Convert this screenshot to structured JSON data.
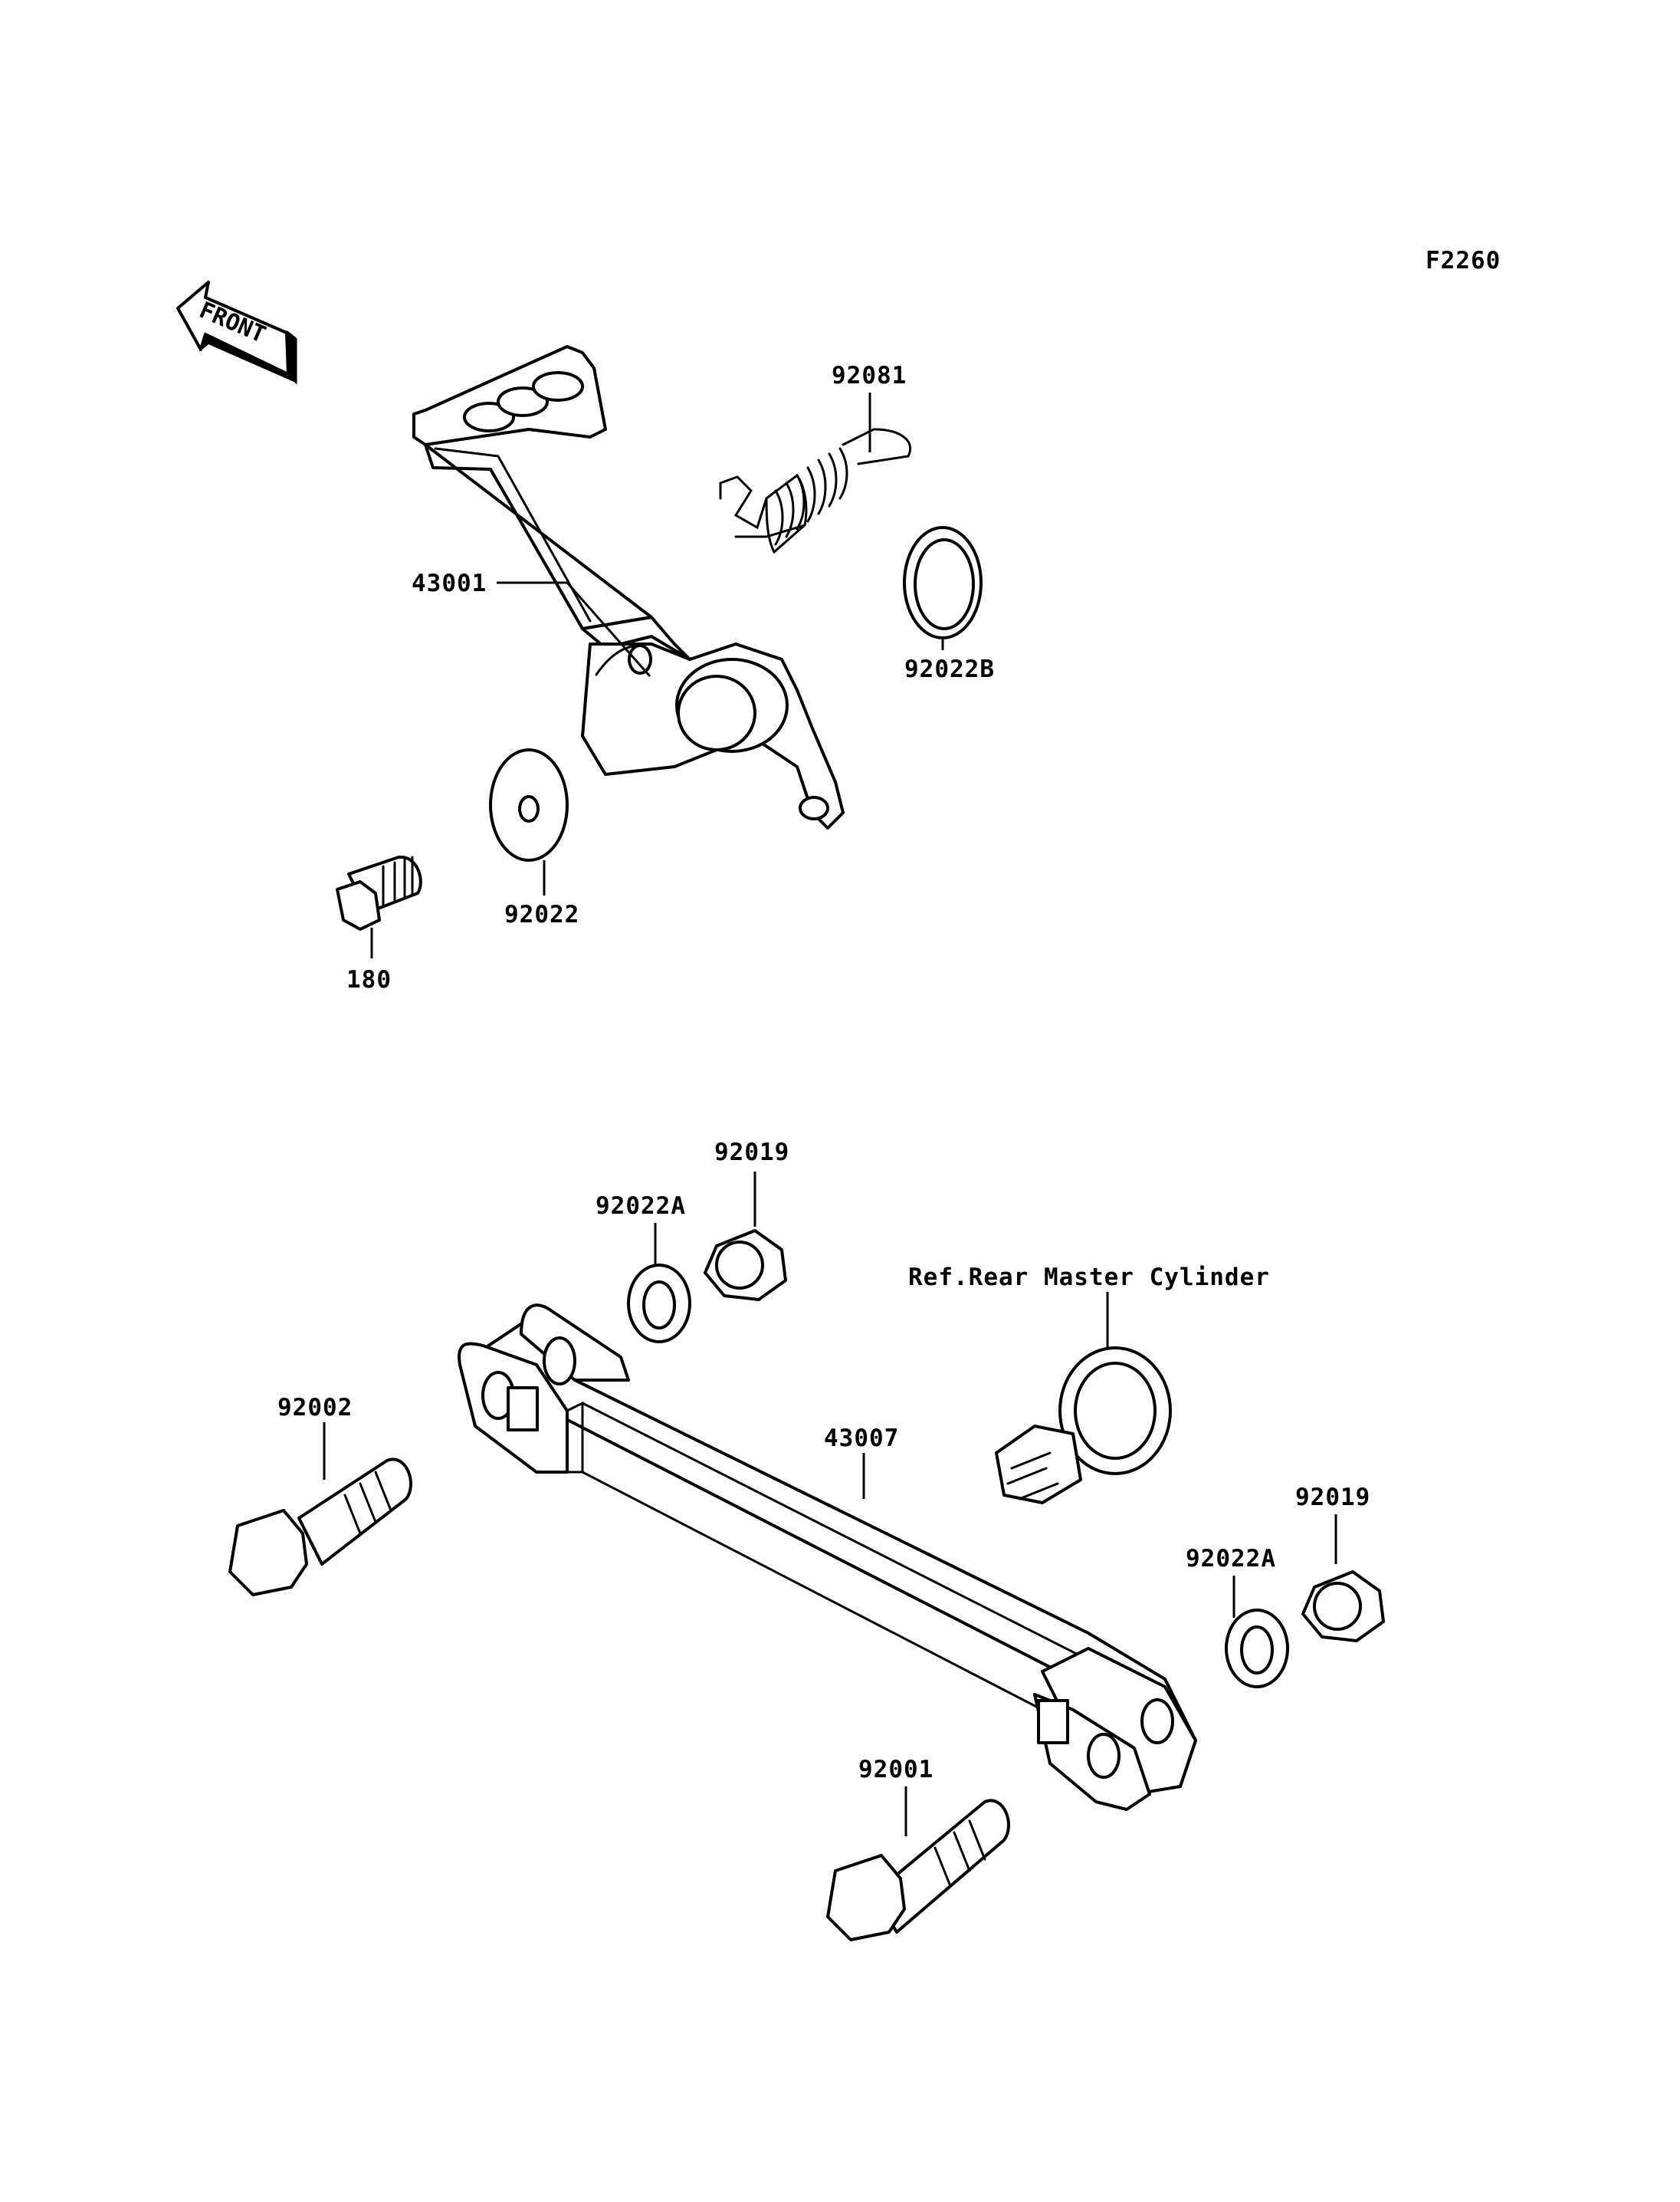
{
  "figure_code": "F2260",
  "front_label": "FRONT",
  "reference_note": "Ref.Rear Master Cylinder",
  "parts": [
    {
      "id": "p43001",
      "number": "43001"
    },
    {
      "id": "p92081",
      "number": "92081"
    },
    {
      "id": "p92022B",
      "number": "92022B"
    },
    {
      "id": "p92022",
      "number": "92022"
    },
    {
      "id": "p180",
      "number": "180"
    },
    {
      "id": "p92019a",
      "number": "92019"
    },
    {
      "id": "p92022Aa",
      "number": "92022A"
    },
    {
      "id": "p92002",
      "number": "92002"
    },
    {
      "id": "p43007",
      "number": "43007"
    },
    {
      "id": "p92019b",
      "number": "92019"
    },
    {
      "id": "p92022Ab",
      "number": "92022A"
    },
    {
      "id": "p92001",
      "number": "92001"
    }
  ]
}
